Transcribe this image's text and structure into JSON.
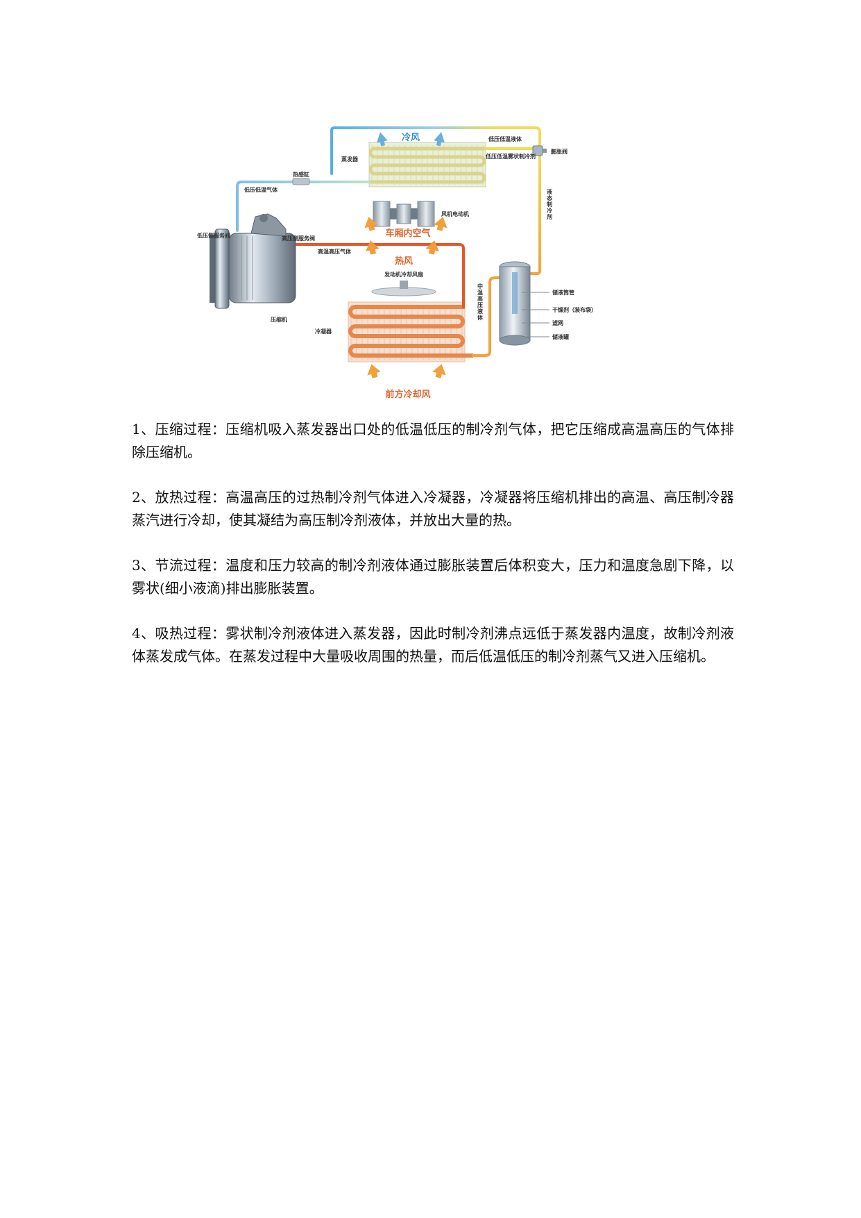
{
  "diagram": {
    "labels": {
      "cold_air": "冷风",
      "evaporator": "蒸发器",
      "thermal_bulb": "热感缸",
      "low_temp_low_press_gas": "低压低温气体",
      "low_press_low_temp_liquid": "低压低温液体",
      "low_press_low_temp_mist": "低压低温雾状制冷剂",
      "expansion_valve": "膨胀阀",
      "liquid_refrigerant": "液态制冷剂",
      "fan_motor": "风机电动机",
      "cabin_air": "车厢内空气",
      "low_side_service_valve": "低压侧服务阀",
      "high_side_service_valve": "高压侧服务阀",
      "high_temp_high_press_gas": "高温高压气体",
      "hot_air": "热风",
      "engine_cooling_fan": "发动机冷却风扇",
      "compressor": "压缩机",
      "condenser": "冷凝器",
      "mid_temp_high_press_liquid": "中温高压液体",
      "receiver_tube": "储液筒管",
      "desiccant": "干燥剂（装布袋）",
      "filter": "滤网",
      "receiver_drier": "储液罐",
      "front_cooling_air": "前方冷却风"
    },
    "colors": {
      "cold": "#5aaee0",
      "hot": "#e2582a",
      "warm": "#f2a43a",
      "yellow": "#eedd5a"
    }
  },
  "paragraphs": [
    "1、压缩过程：压缩机吸入蒸发器出口处的低温低压的制冷剂气体，把它压缩成高温高压的气体排除压缩机。",
    "2、放热过程：高温高压的过热制冷剂气体进入冷凝器，冷凝器将压缩机排出的高温、高压制冷器蒸汽进行冷却，使其凝结为高压制冷剂液体，并放出大量的热。",
    "3、节流过程：温度和压力较高的制冷剂液体通过膨胀装置后体积变大，压力和温度急剧下降，以雾状(细小液滴)排出膨胀装置。",
    "4、吸热过程：雾状制冷剂液体进入蒸发器，因此时制冷剂沸点远低于蒸发器内温度，故制冷剂液体蒸发成气体。在蒸发过程中大量吸收周围的热量，而后低温低压的制冷剂蒸气又进入压缩机。"
  ]
}
